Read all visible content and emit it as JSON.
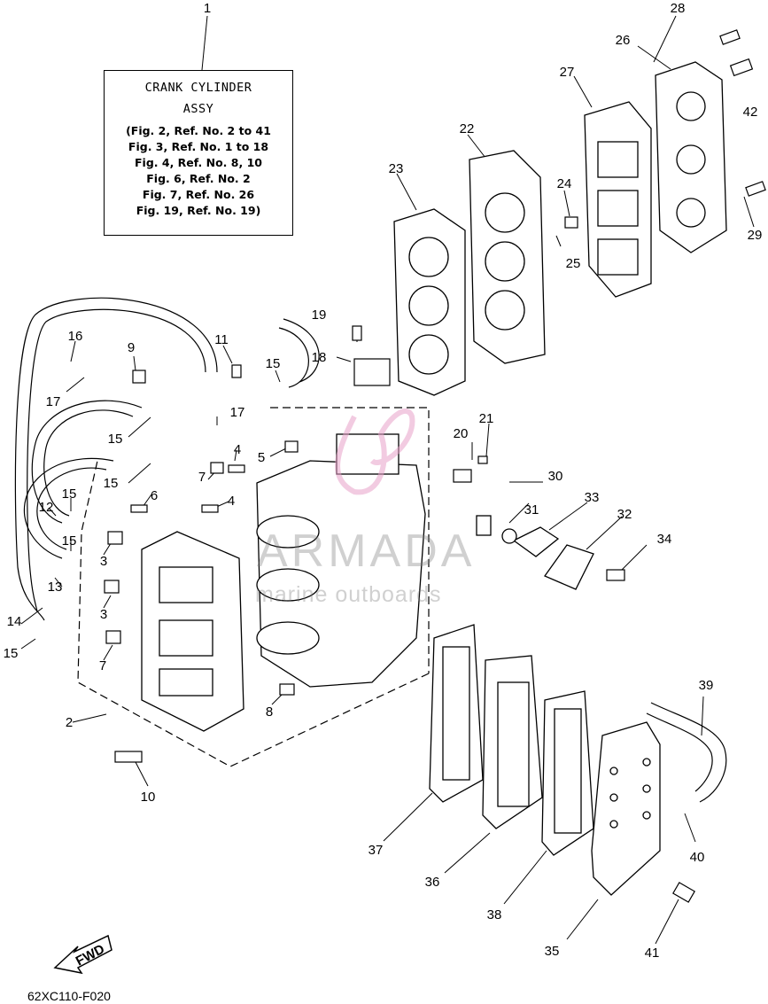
{
  "assy_box": {
    "title": "CRANK CYLINDER",
    "subtitle": "ASSY",
    "lines": [
      "(Fig. 2, Ref. No. 2 to 41",
      "Fig. 3, Ref. No. 1 to 18",
      "Fig. 4, Ref. No. 8, 10",
      "Fig. 6, Ref. No. 2",
      "Fig. 7, Ref. No. 26",
      "Fig. 19, Ref. No. 19)"
    ]
  },
  "callouts": {
    "c1": "1",
    "c2": "2",
    "c3a": "3",
    "c3b": "3",
    "c4a": "4",
    "c4b": "4",
    "c5": "5",
    "c6": "6",
    "c7a": "7",
    "c7b": "7",
    "c8": "8",
    "c9": "9",
    "c10": "10",
    "c11": "11",
    "c12": "12",
    "c13": "13",
    "c14": "14",
    "c15a": "15",
    "c15b": "15",
    "c15c": "15",
    "c15d": "15",
    "c15e": "15",
    "c15f": "15",
    "c15g": "15",
    "c16": "16",
    "c17a": "17",
    "c17b": "17",
    "c18": "18",
    "c19": "19",
    "c20": "20",
    "c21": "21",
    "c22": "22",
    "c23": "23",
    "c24": "24",
    "c25": "25",
    "c26": "26",
    "c27": "27",
    "c28": "28",
    "c29": "29",
    "c30": "30",
    "c31": "31",
    "c32": "32",
    "c33": "33",
    "c34": "34",
    "c35": "35",
    "c36": "36",
    "c37": "37",
    "c38": "38",
    "c39": "39",
    "c40": "40",
    "c41": "41",
    "c42": "42"
  },
  "fwd_label": "FWD",
  "drawing_code": "62XC110-F020",
  "watermark": {
    "main": "ARMADA",
    "sub": "marine outboards",
    "logo_color": "#e8a0c8"
  }
}
